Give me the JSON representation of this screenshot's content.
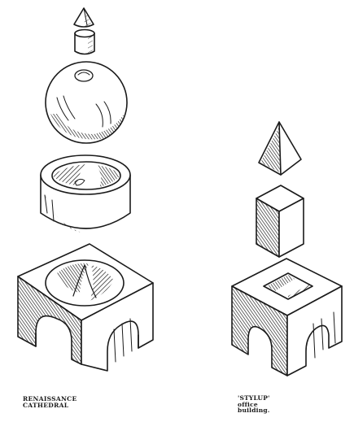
{
  "left_caption": {
    "line1": "RENAISSANCE",
    "line2": "CATHEDRAL"
  },
  "right_caption": {
    "line1": "'STYLUP'",
    "line2": "office",
    "line3": "building."
  },
  "icons": {
    "left_stack": [
      "cone-icon",
      "cylinder-icon",
      "sphere-icon",
      "drum-icon",
      "arched-cube-icon"
    ],
    "right_stack": [
      "pyramid-icon",
      "prism-icon",
      "arched-cube-icon"
    ]
  },
  "colors": {
    "ink": "#1a1a1a",
    "paper": "#ffffff"
  }
}
